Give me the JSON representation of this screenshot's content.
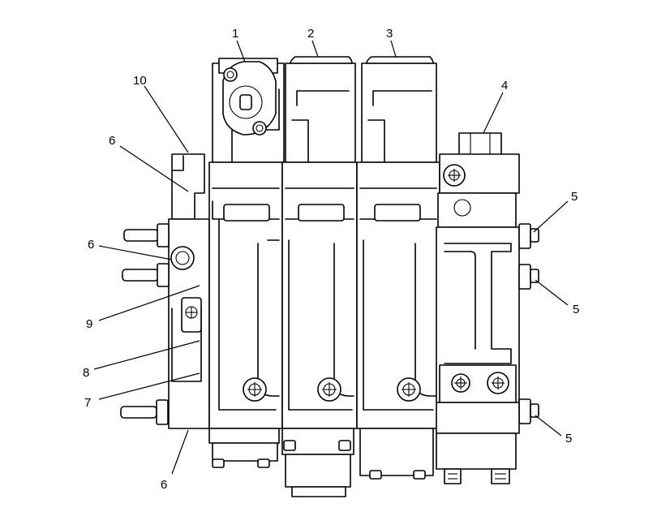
{
  "figure": {
    "description_visible": "",
    "callouts": [
      {
        "id": "c1",
        "label": "1"
      },
      {
        "id": "c2",
        "label": "2"
      },
      {
        "id": "c3",
        "label": "3"
      },
      {
        "id": "c4",
        "label": "4"
      },
      {
        "id": "c5a",
        "label": "5"
      },
      {
        "id": "c5b",
        "label": "5"
      },
      {
        "id": "c5c",
        "label": "5"
      },
      {
        "id": "c6a",
        "label": "6"
      },
      {
        "id": "c6b",
        "label": "6"
      },
      {
        "id": "c6c",
        "label": "6"
      },
      {
        "id": "c7",
        "label": "7"
      },
      {
        "id": "c8",
        "label": "8"
      },
      {
        "id": "c9",
        "label": "9"
      },
      {
        "id": "c10",
        "label": "10"
      }
    ]
  }
}
